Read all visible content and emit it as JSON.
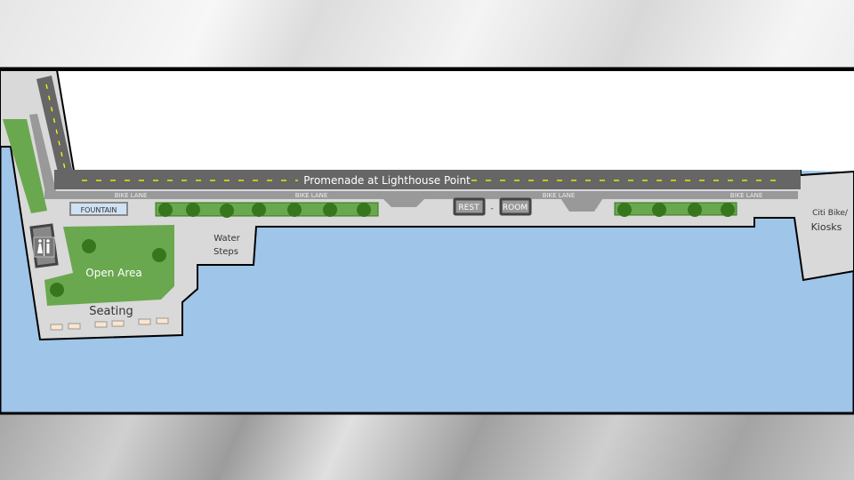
{
  "map": {
    "promenade_label": "Promenade at Lighthouse Point",
    "bike_lane_label": "BIKE LANE",
    "fountain_label": "FOUNTAIN",
    "restroom_left": "REST",
    "restroom_sep": "-",
    "restroom_right": "ROOM",
    "water_steps_line1": "Water",
    "water_steps_line2": "Steps",
    "open_area_label": "Open Area",
    "seating_label": "Seating",
    "citibike_line1": "Citi Bike/",
    "citibike_line2": "Kiosks",
    "restroom_icon": "restroom-icon",
    "colors": {
      "water": "#9fc5e8",
      "land": "#d9d9d9",
      "road": "#666666",
      "bike_lane": "#999999",
      "grass": "#6aa84f",
      "tree": "#38761d",
      "fountain": "#cfe2f3",
      "bench": "#fce5cd",
      "lane_marking": "#ffff00"
    }
  }
}
